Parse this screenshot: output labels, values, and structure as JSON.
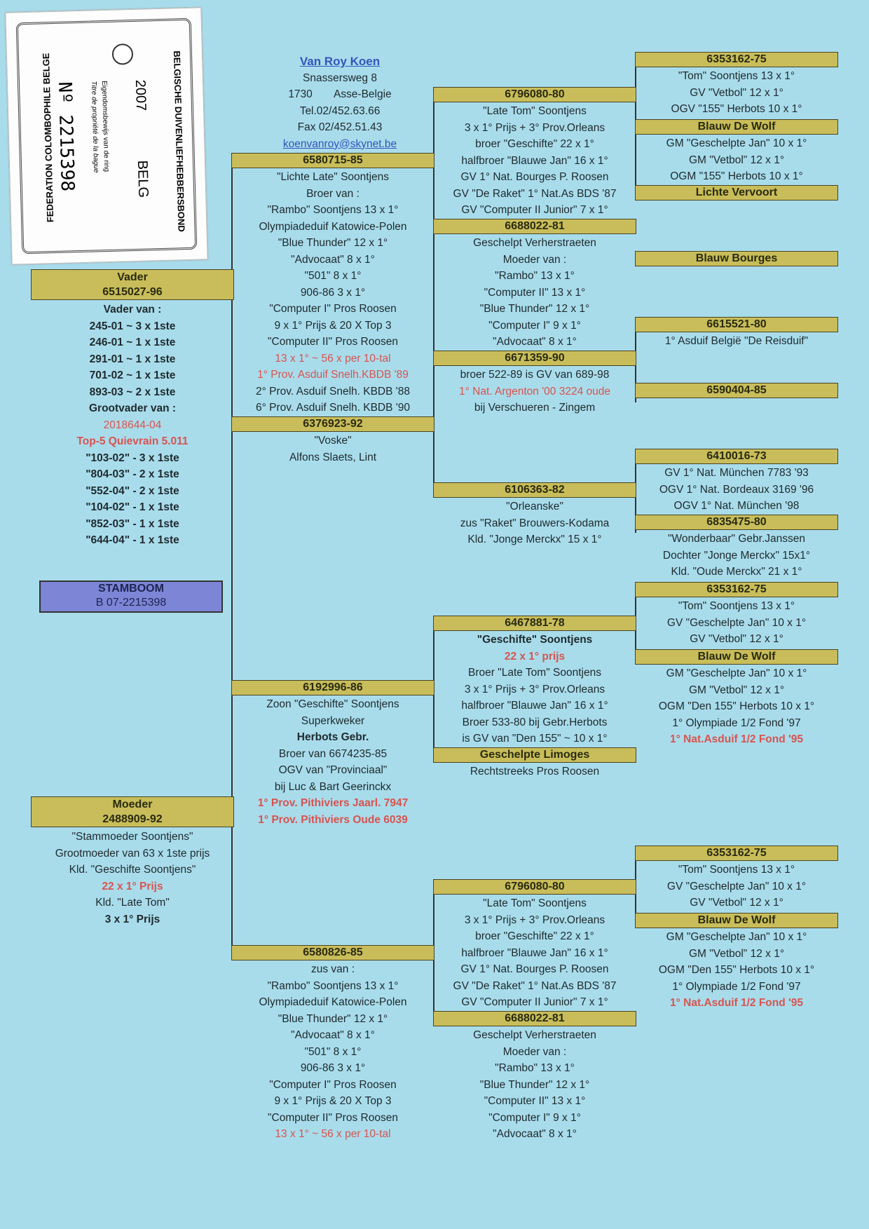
{
  "ring_card": {
    "title_top": "BELGISCHE DUIVENLIEFHEBBERSBOND",
    "title_bottom": "FEDERATION COLOMBOPHILE BELGE",
    "proof_nl": "Eigendomsbewijs van de ring",
    "proof_fr": "Titre de propriété de la bague",
    "year": "2007",
    "country": "BELG",
    "ring_no": "Nº 2215398"
  },
  "owner": {
    "name": "Van Roy Koen",
    "street": "Snassersweg 8",
    "postal": "1730",
    "city": "Asse-Belgie",
    "tel": "Tel.02/452.63.66",
    "fax": "Fax 02/452.51.43",
    "email": "koenvanroy@skynet.be"
  },
  "stamboom": {
    "label": "STAMBOOM",
    "ring": "B 07-2215398"
  },
  "vader": {
    "label": "Vader",
    "ring": "6515027-96",
    "lines": [
      "Vader van :",
      "245-01 ~ 3 x 1ste",
      "246-01 ~ 1 x 1ste",
      "291-01 ~ 1 x 1ste",
      "701-02 ~ 1 x 1ste",
      "893-03 ~ 2 x 1ste",
      "Grootvader van :",
      "2018644-04",
      "Top-5 Quievrain 5.011",
      "\"103-02\" - 3 x 1ste",
      "\"804-03\" - 2 x 1ste",
      "\"552-04\" - 2 x 1ste",
      "\"104-02\" - 1 x 1ste",
      "\"852-03\" - 1 x 1ste",
      "\"644-04\" - 1 x 1ste"
    ]
  },
  "moeder": {
    "label": "Moeder",
    "ring": "2488909-92",
    "lines": [
      "\"Stammoeder Soontjens\"",
      "Grootmoeder van 63 x 1ste prijs",
      "Kld. \"Geschifte Soontjens\"",
      "22 x 1° Prijs",
      "Kld. \"Late Tom\"",
      "3 x 1° Prijs"
    ]
  },
  "vv": {
    "ring": "6580715-85",
    "lines": [
      "\"Lichte Late\" Soontjens",
      "Broer van :",
      "\"Rambo\" Soontjens 13 x 1°",
      "Olympiadeduif Katowice-Polen",
      "\"Blue Thunder\" 12 x 1°",
      "\"Advocaat\" 8 x 1°",
      "\"501\" 8 x 1°",
      "906-86  3 x 1°",
      "\"Computer I\" Pros Roosen",
      "9 x 1° Prijs & 20 X Top 3",
      "\"Computer II\" Pros Roosen",
      "13 x 1° ~ 56 x per 10-tal",
      "1° Prov. Asduif Snelh.KBDB '89",
      "2° Prov. Asduif Snelh. KBDB '88",
      "6° Prov. Asduif Snelh. KBDB '90"
    ]
  },
  "vm": {
    "ring": "6376923-92",
    "lines": [
      "\"Voske\"",
      "Alfons Slaets, Lint"
    ]
  },
  "vvv": {
    "ring": "6796080-80",
    "lines": [
      "\"Late Tom\" Soontjens",
      "3 x 1° Prijs + 3° Prov.Orleans",
      "broer \"Geschifte\" 22 x 1°",
      "halfbroer \"Blauwe Jan\" 16 x 1°",
      "GV 1° Nat. Bourges P. Roosen",
      "GV \"De Raket\" 1° Nat.As BDS '87",
      "GV \"Computer II Junior\" 7 x 1°"
    ]
  },
  "vvm": {
    "ring": "6688022-81",
    "lines": [
      "Geschelpt Verherstraeten",
      "Moeder van :",
      "\"Rambo\" 13 x 1°",
      "\"Computer II\" 13 x 1°",
      "\"Blue Thunder\" 12 x 1°",
      "\"Computer I\" 9 x 1°",
      "\"Advocaat\" 8 x 1°"
    ]
  },
  "vmv": {
    "ring": "6671359-90",
    "lines": [
      "broer 522-89 is GV van 689-98",
      "1° Nat. Argenton '00 3224 oude",
      "bij Verschueren - Zingem"
    ]
  },
  "vmm": {
    "ring": "6106363-82",
    "lines": [
      "\"Orleanske\"",
      "zus \"Raket\" Brouwers-Kodama",
      "Kld. \"Jonge Merckx\" 15 x 1°"
    ]
  },
  "g1": {
    "ring": "6353162-75",
    "lines": [
      "\"Tom\" Soontjens 13 x 1°",
      "GV \"Vetbol\" 12 x 1°",
      "OGV \"155\" Herbots 10 x 1°"
    ]
  },
  "g2": {
    "ring": "Blauw De Wolf",
    "lines": [
      "GM \"Geschelpte Jan\" 10 x 1°",
      "GM \"Vetbol\" 12 x 1°",
      "OGM \"155\" Herbots 10 x 1°"
    ]
  },
  "g3": {
    "ring": "Lichte Vervoort"
  },
  "g4": {
    "ring": "Blauw Bourges"
  },
  "g5": {
    "ring": "6615521-80",
    "lines": [
      "1° Asduif België \"De Reisduif\""
    ]
  },
  "g6": {
    "ring": "6590404-85"
  },
  "g7": {
    "ring": "6410016-73",
    "lines": [
      "GV 1° Nat. München 7783 '93",
      "OGV 1° Nat. Bordeaux 3169 '96",
      "OGV 1° Nat. München '98"
    ]
  },
  "g8": {
    "ring": "6835475-80",
    "lines": [
      "\"Wonderbaar\" Gebr.Janssen",
      "Dochter \"Jonge Merckx\" 15x1°",
      "Kld. \"Oude Merckx\" 21 x 1°"
    ]
  },
  "mv": {
    "ring": "6192996-86",
    "lines": [
      "Zoon \"Geschifte\" Soontjens",
      "Superkweker",
      "Herbots Gebr.",
      "Broer van 6674235-85",
      "OGV van \"Provinciaal\"",
      "bij Luc & Bart Geerinckx",
      "1° Prov. Pithiviers Jaarl. 7947",
      "1° Prov. Pithiviers Oude 6039"
    ]
  },
  "mm": {
    "ring": "6580826-85",
    "lines": [
      "zus van :",
      "\"Rambo\" Soontjens 13 x 1°",
      "Olympiadeduif Katowice-Polen",
      "\"Blue Thunder\" 12 x 1°",
      "\"Advocaat\" 8 x 1°",
      "\"501\" 8 x 1°",
      "906-86  3 x 1°",
      "\"Computer I\" Pros Roosen",
      "9 x 1° Prijs & 20 X Top 3",
      "\"Computer II\" Pros Roosen",
      "13 x 1° ~ 56 x per 10-tal"
    ]
  },
  "mvv": {
    "ring": "6467881-78",
    "lines": [
      "\"Geschifte\" Soontjens",
      "22 x 1° prijs",
      "Broer \"Late Tom\" Soontjens",
      "3 x 1° Prijs + 3° Prov.Orleans",
      "halfbroer \"Blauwe Jan\" 16 x 1°",
      "Broer 533-80 bij Gebr.Herbots",
      "is GV van \"Den 155\" ~ 10 x 1°"
    ]
  },
  "mvm": {
    "ring": "Geschelpte Limoges",
    "lines": [
      "Rechtstreeks Pros Roosen"
    ]
  },
  "mmv": {
    "ring": "6796080-80",
    "lines": [
      "\"Late Tom\" Soontjens",
      "3 x 1° Prijs + 3° Prov.Orleans",
      "broer \"Geschifte\" 22 x 1°",
      "halfbroer \"Blauwe Jan\" 16 x 1°",
      "GV 1° Nat. Bourges P. Roosen",
      "GV \"De Raket\" 1° Nat.As BDS '87",
      "GV \"Computer II Junior\" 7 x 1°"
    ]
  },
  "mmm": {
    "ring": "6688022-81",
    "lines": [
      "Geschelpt Verherstraeten",
      "Moeder van :",
      "\"Rambo\" 13 x 1°",
      "\"Blue Thunder\" 12 x 1°",
      "\"Computer II\" 13 x 1°",
      "\"Computer I\" 9 x 1°",
      "\"Advocaat\" 8 x 1°"
    ]
  },
  "g9": {
    "ring": "6353162-75",
    "lines": [
      "\"Tom\" Soontjens 13 x 1°",
      "GV \"Geschelpte Jan\" 10 x 1°",
      "GV \"Vetbol\" 12 x 1°"
    ]
  },
  "g10": {
    "ring": "Blauw De Wolf",
    "lines": [
      "GM \"Geschelpte Jan\" 10 x 1°",
      "GM \"Vetbol\" 12 x 1°",
      "OGM \"Den 155\" Herbots 10 x 1°",
      "1° Olympiade 1/2 Fond '97",
      "1° Nat.Asduif 1/2 Fond '95"
    ]
  },
  "g11": {
    "ring": "6353162-75",
    "lines": [
      "\"Tom\" Soontjens 13 x 1°",
      "GV \"Geschelpte Jan\" 10 x 1°",
      "GV \"Vetbol\" 12 x 1°"
    ]
  },
  "g12": {
    "ring": "Blauw De Wolf",
    "lines": [
      "GM \"Geschelpte Jan\" 10 x 1°",
      "GM \"Vetbol\" 12 x 1°",
      "OGM \"Den 155\" Herbots 10 x 1°",
      "1° Olympiade 1/2 Fond '97",
      "1° Nat.Asduif 1/2 Fond '95"
    ]
  },
  "colors": {
    "background": "#a9dceb",
    "header": "#c8bd5a",
    "accent_red": "#d9534f",
    "stamboom": "#7d85d6",
    "link_blue": "#3355bb"
  }
}
